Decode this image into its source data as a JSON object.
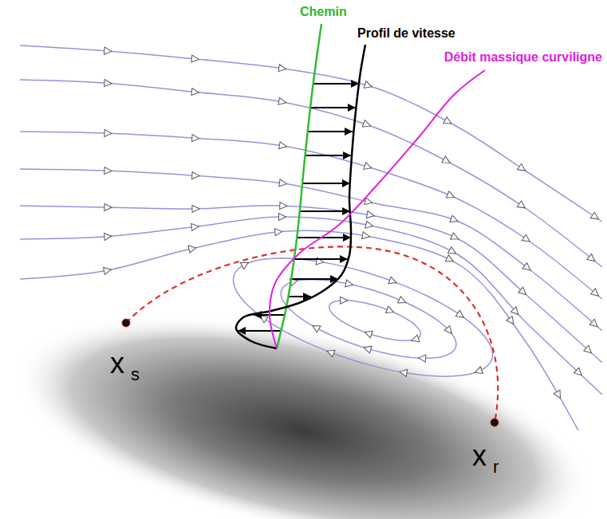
{
  "diagram": {
    "labels": [
      "Chemin",
      "Profil de vitesse",
      "Débit massique curviligne",
      "x",
      "s",
      "x",
      "r"
    ]
  }
}
